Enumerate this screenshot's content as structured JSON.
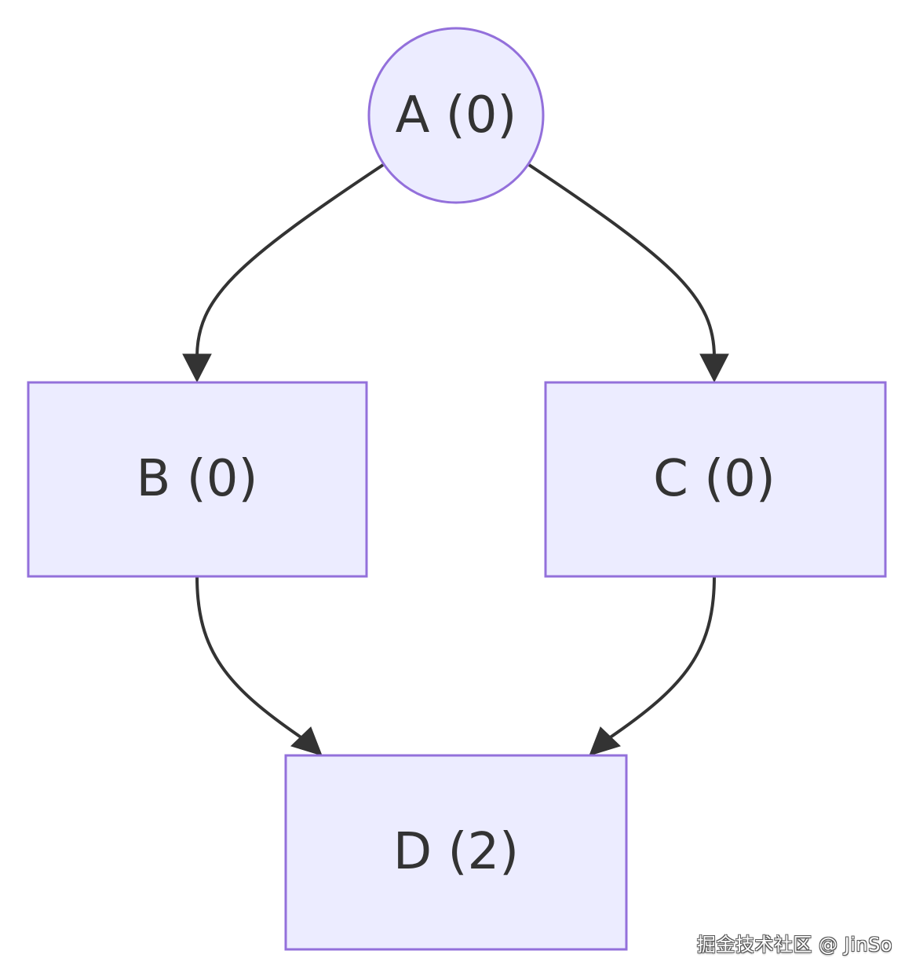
{
  "diagram": {
    "type": "flowchart",
    "nodes": [
      {
        "id": "A",
        "label": "A (0)",
        "shape": "circle"
      },
      {
        "id": "B",
        "label": "B (0)",
        "shape": "rect"
      },
      {
        "id": "C",
        "label": "C (0)",
        "shape": "rect"
      },
      {
        "id": "D",
        "label": "D (2)",
        "shape": "rect"
      }
    ],
    "edges": [
      {
        "from": "A",
        "to": "B"
      },
      {
        "from": "A",
        "to": "C"
      },
      {
        "from": "B",
        "to": "D"
      },
      {
        "from": "C",
        "to": "D"
      }
    ],
    "colors": {
      "node_fill": "#ECECFF",
      "node_stroke": "#9370DB",
      "edge": "#333333",
      "text": "#333333"
    }
  },
  "watermark": "掘金技术社区 @ JinSo"
}
